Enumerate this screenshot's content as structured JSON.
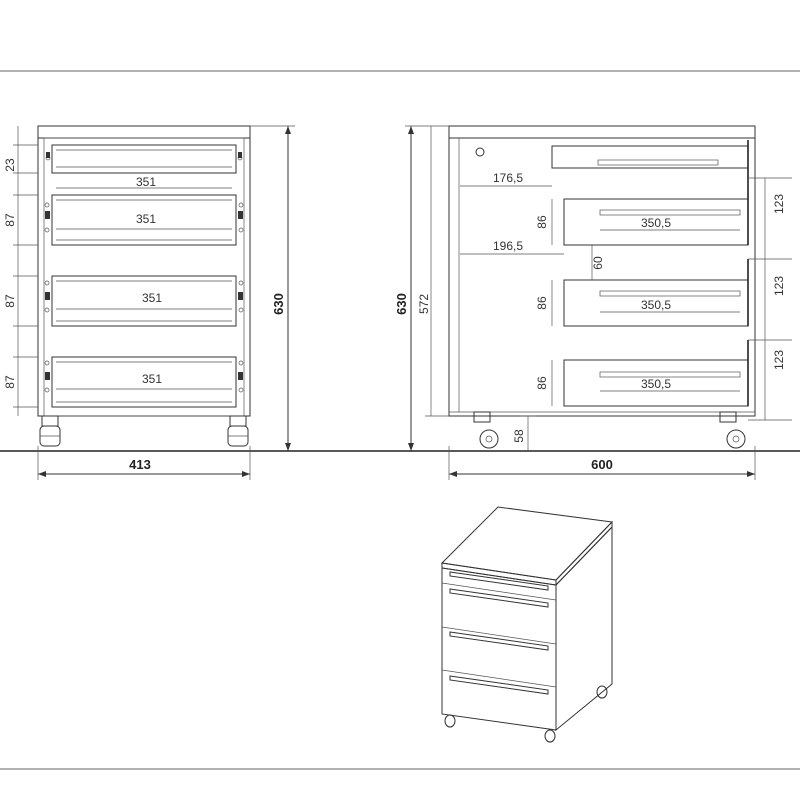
{
  "front_view": {
    "dims": {
      "top_gap": "23",
      "drawer1_h": "87",
      "drawer2_h": "87",
      "drawer3_h": "87",
      "w1": "351",
      "w2": "351",
      "w3": "351",
      "w4": "351",
      "total_h": "630",
      "total_w": "413"
    }
  },
  "side_view": {
    "dims": {
      "total_h": "630",
      "inner_h": "572",
      "depth1": "176,5",
      "depth2": "196,5",
      "gap": "60",
      "drawer1_h": "86",
      "drawer2_h": "86",
      "drawer3_h": "86",
      "slide1": "350,5",
      "slide2": "350,5",
      "slide3": "350,5",
      "pitch1": "123",
      "pitch2": "123",
      "pitch3": "123",
      "caster_h": "58",
      "total_d": "600"
    }
  },
  "colors": {
    "line": "#333333",
    "background": "#ffffff",
    "frame": "#999999"
  }
}
